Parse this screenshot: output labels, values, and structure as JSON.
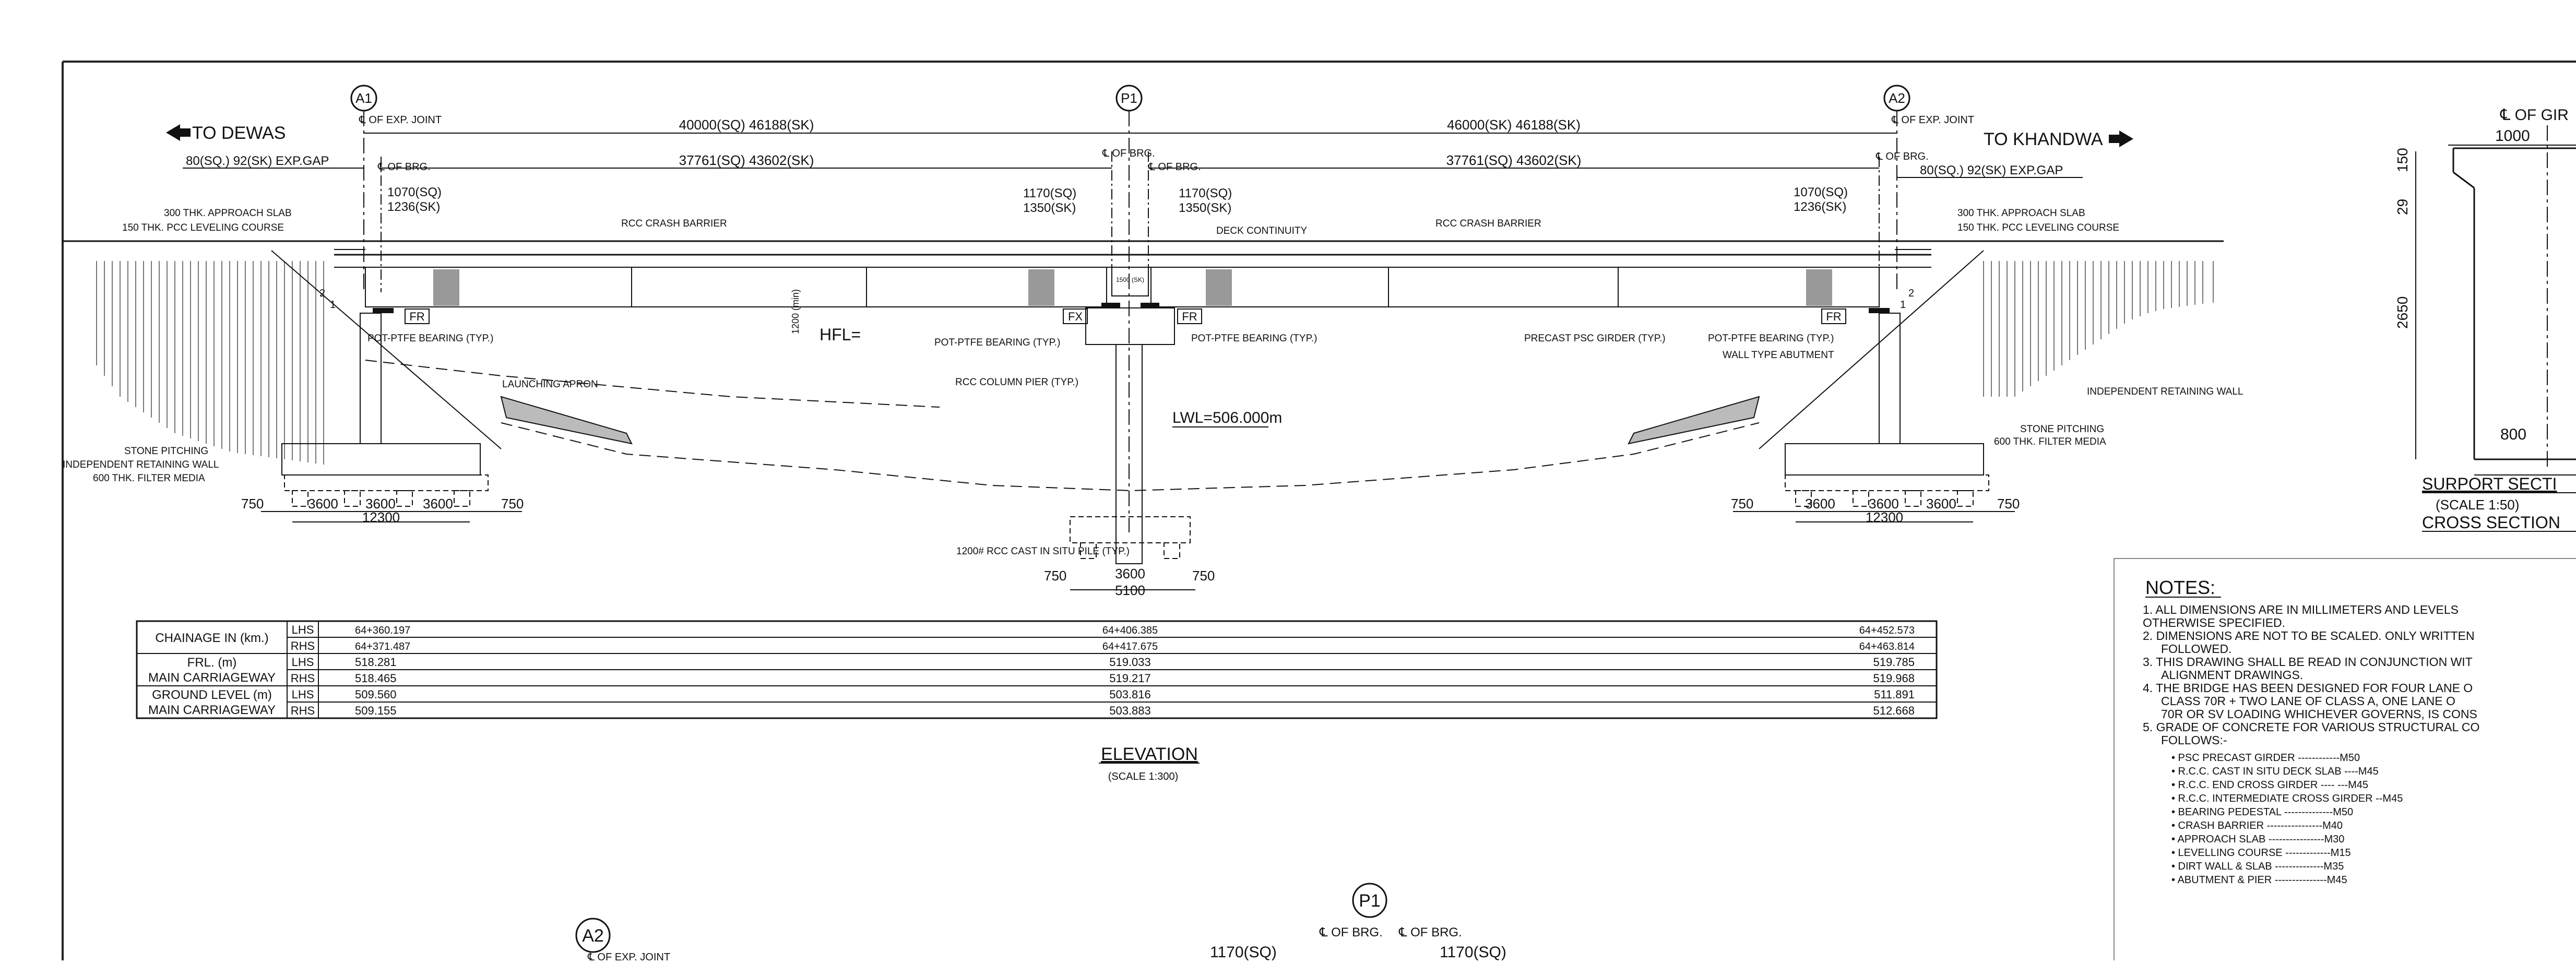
{
  "elevation": {
    "left_direction": "TO DEWAS",
    "right_direction": "TO KHANDWA",
    "joint_left": "A1",
    "joint_mid": "P1",
    "joint_right": "A2",
    "cl_exp_joint": "℄ OF EXP. JOINT",
    "cl_brg": "℄ OF BRG.",
    "span_left_dim": "40000(SQ) 46188(SK)",
    "span_right_dim": "46000(SK) 46188(SK)",
    "brg_left_dim": "37761(SQ) 43602(SK)",
    "brg_right_dim": "37761(SQ) 43602(SK)",
    "expgap_left": "80(SQ.) 92(SK) EXP.GAP",
    "expgap_right": "80(SQ.) 92(SK) EXP.GAP",
    "dim_1070_sq": "1070(SQ)",
    "dim_1236_sk": "1236(SK)",
    "dim_1170_sq": "1170(SQ)",
    "dim_1350_sk": "1350(SK)",
    "approach_slab": "300 THK. APPROACH SLAB",
    "pcc_level": "150 THK. PCC LEVELING COURSE",
    "crash_barrier": "RCC CRASH BARRIER",
    "deck_continuity": "DECK CONTINUITY",
    "bearing_typ": "POT-PTFE BEARING (TYP.)",
    "launching_apron": "LAUNCHING APRON",
    "hfl": "HFL=",
    "hfl_dim": "1200 (min)",
    "pier_label": "RCC COLUMN PIER (TYP.)",
    "lwl": "LWL=506.000m",
    "precast_girder": "PRECAST PSC GIRDER (TYP.)",
    "wall_abutment": "WALL TYPE ABUTMENT",
    "ind_wall": "INDEPENDENT RETAINING WALL",
    "stone_pitching": "STONE PITCHING",
    "filter_media": "600 THK. FILTER MEDIA",
    "pile_label": "1200# RCC CAST IN SITU PILE (TYP.)",
    "tag_fr": "FR",
    "tag_fx": "FX",
    "pier_block": "1500 (SK)",
    "slope_2": "2",
    "slope_1": "1",
    "d750": "750",
    "d3600": "3600",
    "d12300": "12300",
    "d5100": "5100",
    "title": "ELEVATION",
    "scale": "(SCALE 1:300)"
  },
  "chainage_table": {
    "rows": [
      {
        "label": "CHAINAGE IN (km.)",
        "side": "LHS",
        "v1": "64+360.197",
        "v2": "64+406.385",
        "v3": "64+452.573"
      },
      {
        "label": "",
        "side": "RHS",
        "v1": "64+371.487",
        "v2": "64+417.675",
        "v3": "64+463.814"
      },
      {
        "label": "FRL. (m)",
        "side": "LHS",
        "v1": "518.281",
        "v2": "519.033",
        "v3": "519.785"
      },
      {
        "label": "MAIN CARRIAGEWAY",
        "side": "RHS",
        "v1": "518.465",
        "v2": "519.217",
        "v3": "519.968"
      },
      {
        "label": "GROUND LEVEL (m)",
        "side": "LHS",
        "v1": "509.560",
        "v2": "503.816",
        "v3": "511.891"
      },
      {
        "label": "MAIN CARRIAGEWAY",
        "side": "RHS",
        "v1": "509.155",
        "v2": "503.883",
        "v3": "512.668"
      }
    ]
  },
  "support_section": {
    "cl_text": "℄ OF GIR",
    "d150": "150",
    "d1000": "1000",
    "d29": "29",
    "d2650": "2650",
    "d800": "800",
    "title": "SURPORT SECTI",
    "scale": "(SCALE 1:50)",
    "subtitle": "CROSS SECTION"
  },
  "notes": {
    "heading": "NOTES:",
    "lines": [
      "1. ALL DIMENSIONS ARE IN MILLIMETERS AND LEVELS",
      "OTHERWISE SPECIFIED.",
      "2. DIMENSIONS ARE NOT TO BE SCALED. ONLY WRITTEN",
      "FOLLOWED.",
      "3. THIS DRAWING SHALL BE READ IN CONJUNCTION WIT",
      "ALIGNMENT DRAWINGS.",
      "4. THE BRIDGE HAS BEEN DESIGNED FOR FOUR LANE O",
      "CLASS 70R + TWO LANE OF CLASS A, ONE LANE O",
      "70R OR SV LOADING WHICHEVER GOVERNS, IS CONS",
      "5. GRADE OF CONCRETE FOR VARIOUS STRUCTURAL CO",
      "FOLLOWS:-"
    ],
    "grades": [
      "• PSC PRECAST GIRDER ------------M50",
      "• R.C.C. CAST IN SITU DECK SLAB ----M45",
      "• R.C.C. END CROSS GIRDER ---- ---M45",
      "• R.C.C. INTERMEDIATE CROSS GIRDER --M45",
      "• BEARING PEDESTAL --------------M50",
      "• CRASH BARRIER ----------------M40",
      "• APPROACH SLAB ----------------M30",
      "• LEVELLING COURSE -------------M15",
      "• DIRT WALL & SLAB --------------M35",
      "• ABUTMENT & PIER ---------------M45"
    ]
  },
  "bottom_fragment": {
    "a2": "A2",
    "p1": "P1",
    "cl_exp": "℄ OF EXP. JOINT",
    "cl_brg1": "℄ OF BRG.",
    "cl_brg2": "℄ OF BRG.",
    "dim1": "1170(SQ)",
    "dim2": "1170(SQ)"
  }
}
